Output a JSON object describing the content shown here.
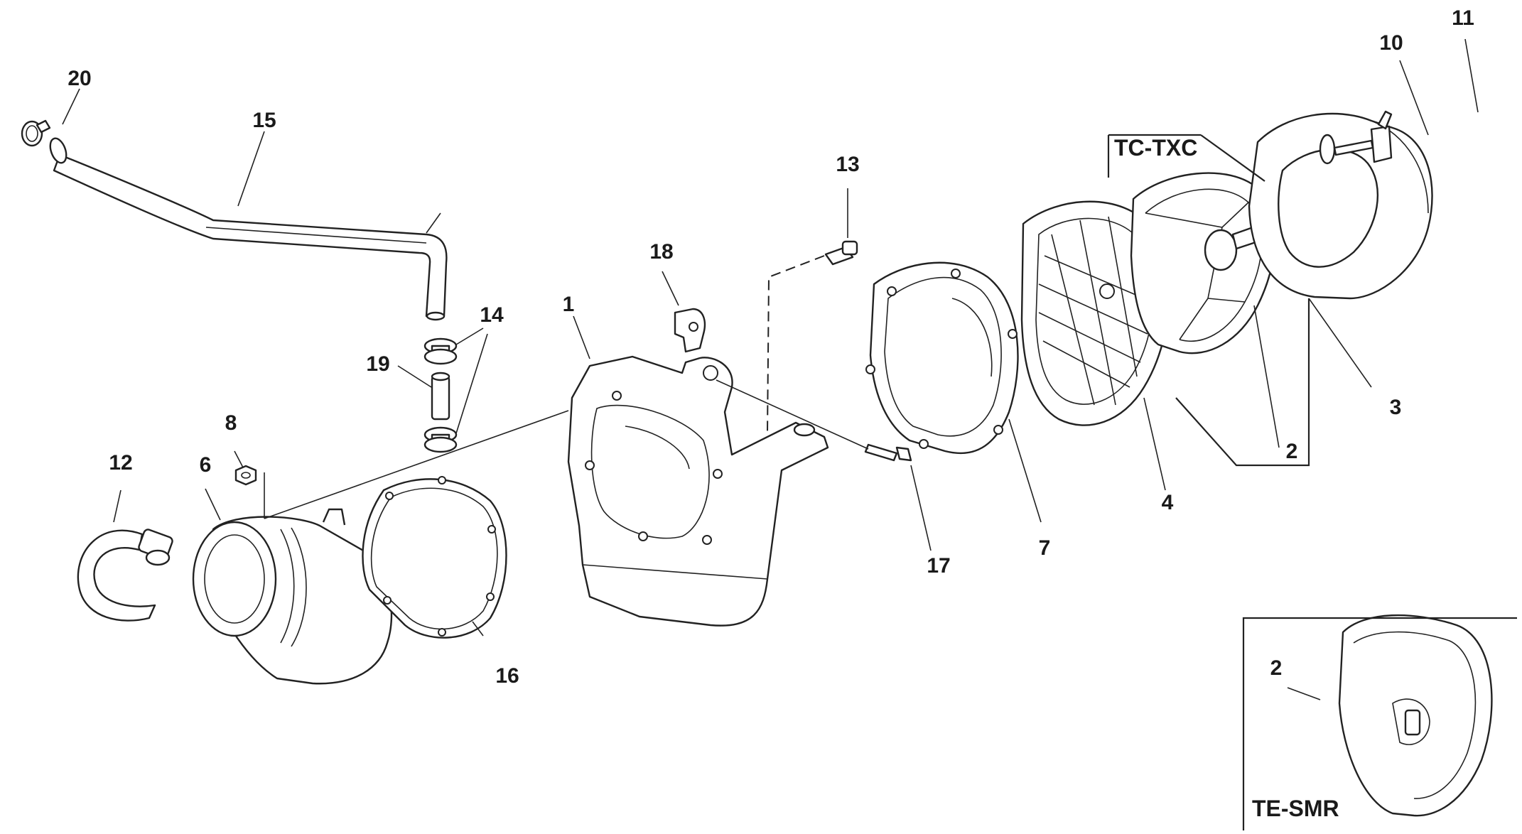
{
  "diagram": {
    "callouts": [
      {
        "id": "p1",
        "text": "1"
      },
      {
        "id": "p2a",
        "text": "2"
      },
      {
        "id": "p2b",
        "text": "2"
      },
      {
        "id": "p3",
        "text": "3"
      },
      {
        "id": "p4",
        "text": "4"
      },
      {
        "id": "p6",
        "text": "6"
      },
      {
        "id": "p7",
        "text": "7"
      },
      {
        "id": "p8",
        "text": "8"
      },
      {
        "id": "p10",
        "text": "10"
      },
      {
        "id": "p11",
        "text": "11"
      },
      {
        "id": "p12",
        "text": "12"
      },
      {
        "id": "p13",
        "text": "13"
      },
      {
        "id": "p14",
        "text": "14"
      },
      {
        "id": "p15",
        "text": "15"
      },
      {
        "id": "p16",
        "text": "16"
      },
      {
        "id": "p17",
        "text": "17"
      },
      {
        "id": "p18",
        "text": "18"
      },
      {
        "id": "p19",
        "text": "19"
      },
      {
        "id": "p20",
        "text": "20"
      }
    ],
    "variant_labels": {
      "tc_txc": "TC-TXC",
      "te_smr": "TE-SMR"
    }
  }
}
